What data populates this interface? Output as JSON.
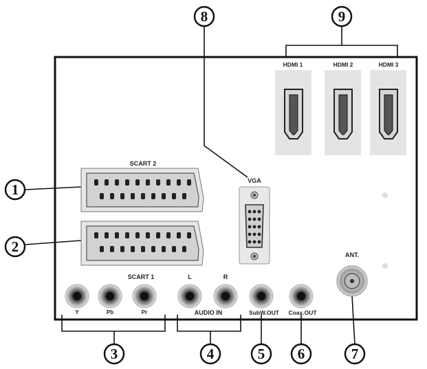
{
  "panel": {
    "scart2_label": "SCART 2",
    "scart1_label": "SCART 1",
    "vga_label": "VGA",
    "hdmi1_label": "HDMI 1",
    "hdmi2_label": "HDMI 2",
    "hdmi3_label": "HDMI 3",
    "ant_label": "ANT.",
    "y_label": "Y",
    "pb_label": "Pb",
    "pr_label": "Pr",
    "audio_l_label": "L",
    "audio_r_label": "R",
    "audio_in_label": "AUDIO IN",
    "subwoofer_label": "SubW.OUT",
    "coax_label": "Coax.OUT"
  },
  "callouts": {
    "c1": "1",
    "c2": "2",
    "c3": "3",
    "c4": "4",
    "c5": "5",
    "c6": "6",
    "c7": "7",
    "c8": "8",
    "c9": "9"
  }
}
